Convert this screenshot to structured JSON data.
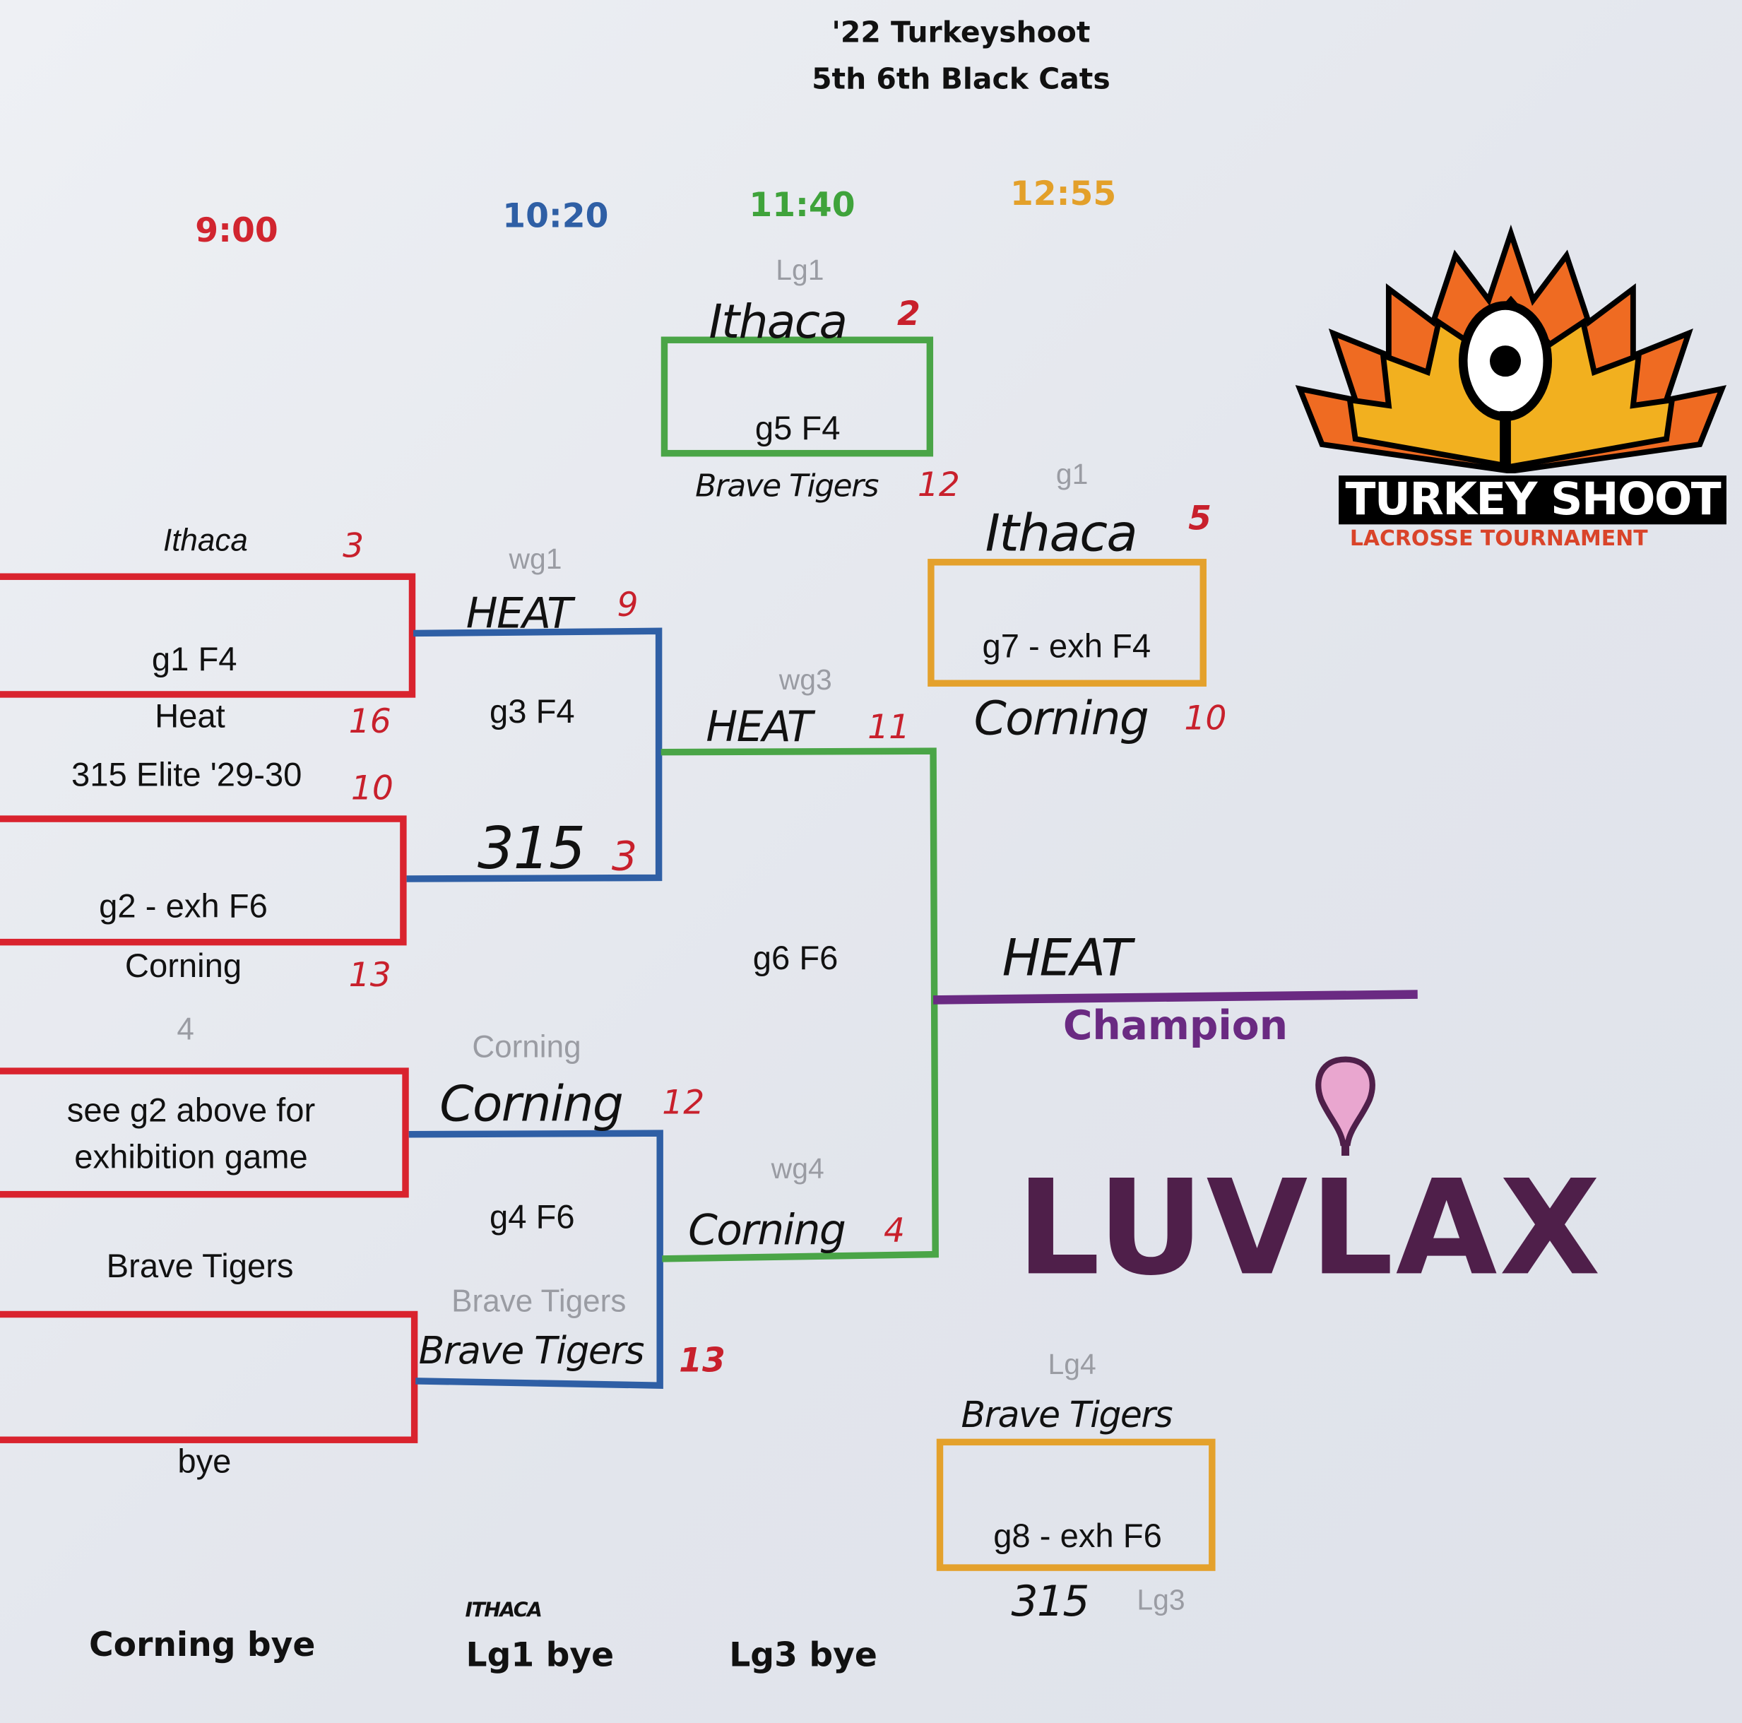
{
  "header": {
    "title": "'22 Turkeyshoot",
    "subtitle": "5th 6th Black Cats"
  },
  "times": [
    {
      "label": "9:00",
      "color": "#d1252f"
    },
    {
      "label": "10:20",
      "color": "#2f5fa5"
    },
    {
      "label": "11:40",
      "color": "#3fa33b"
    },
    {
      "label": "12:55",
      "color": "#e3a02a"
    }
  ],
  "round1": {
    "g1": {
      "label": "g1 F4",
      "top_team": "Ithaca",
      "top_score": "3",
      "bottom_team": "Heat",
      "bottom_score": "16"
    },
    "g2": {
      "label": "g2 - exh F6",
      "top_team": "315 Elite '29-30",
      "top_score": "10",
      "bottom_team": "Corning",
      "bottom_score": "13"
    },
    "seed4": "4",
    "g_see": {
      "line1": "see g2 above for",
      "line2": "exhibition game"
    },
    "g_bye": {
      "top_team": "Brave Tigers",
      "bottom_team": "bye"
    }
  },
  "round2": {
    "g3": {
      "label": "g3 F4",
      "placeholder": "wg1",
      "top_team": "HEAT",
      "top_score": "9",
      "bottom_team": "315",
      "bottom_score": "3"
    },
    "g4": {
      "label": "g4 F6",
      "top_placeholder": "Corning",
      "top_team": "Corning",
      "top_score": "12",
      "bottom_placeholder": "Brave Tigers",
      "bottom_team": "Brave Tigers",
      "bottom_score": "13"
    }
  },
  "round3": {
    "g5": {
      "label": "g5 F4",
      "placeholder": "Lg1",
      "top_team": "Ithaca",
      "top_score": "2",
      "bottom_team": "Brave Tigers",
      "bottom_score": "12"
    },
    "g6": {
      "label": "g6 F6",
      "top_placeholder": "wg3",
      "top_team": "HEAT",
      "top_score": "11",
      "bottom_placeholder": "wg4",
      "bottom_team": "Corning",
      "bottom_score": "4"
    }
  },
  "round4": {
    "g7": {
      "label": "g7 - exh F4",
      "top_placeholder": "g1",
      "top_team": "Ithaca",
      "top_score": "5",
      "bottom_team": "Corning",
      "bottom_score": "10"
    },
    "g8": {
      "label": "g8 - exh F6",
      "top_placeholder": "Lg4",
      "top_team": "Brave Tigers",
      "bottom_placeholder": "Lg3",
      "bottom_team": "315"
    }
  },
  "champion": {
    "team": "HEAT",
    "label": "Champion",
    "color": "#6a2a82"
  },
  "footer": {
    "corning_bye": "Corning bye",
    "ithaca_note": "ITHACA",
    "lg1_bye": "Lg1 bye",
    "lg3_bye": "Lg3 bye"
  },
  "logos": {
    "turkey_shoot": "TURKEY SHOOT",
    "turkey_sub": "LACROSSE TOURNAMENT",
    "luvlax": "LUVLAX"
  }
}
